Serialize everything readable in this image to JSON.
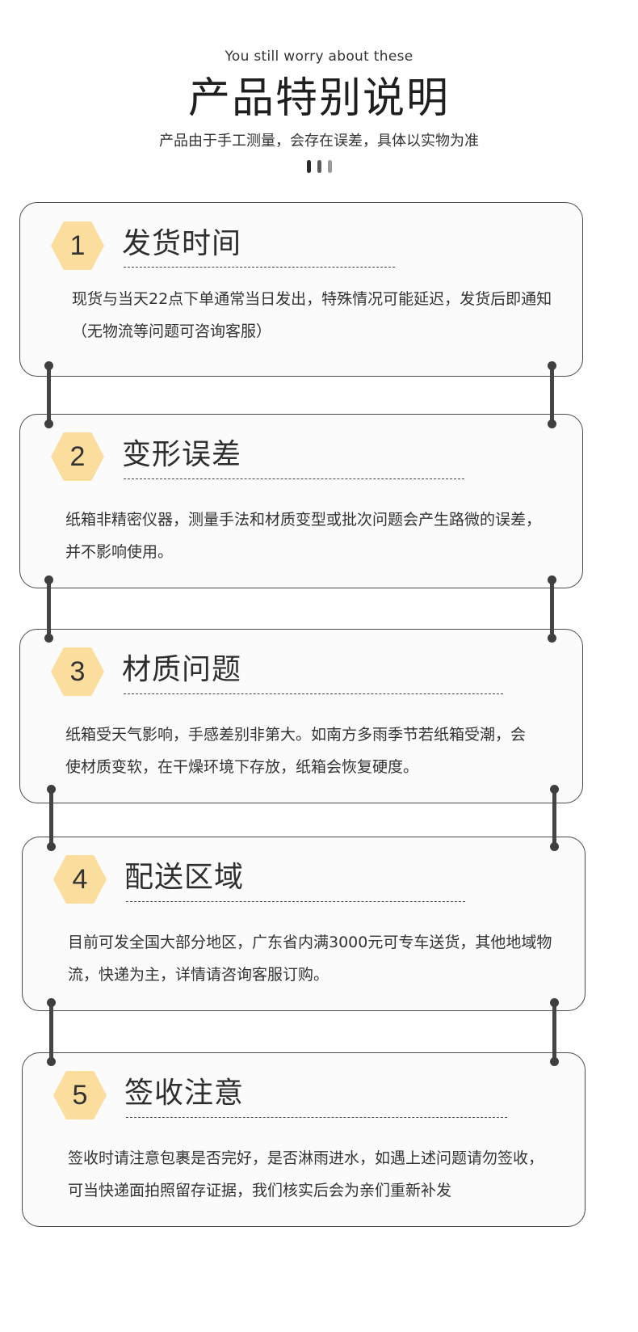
{
  "header": {
    "eyebrow": "You still worry about these",
    "title": "产品特别说明",
    "subtitle": "产品由于手工测量，会存在误差，具体以实物为准"
  },
  "colors": {
    "hexagon": "#fbdd9d",
    "border": "#4a4a4a",
    "connector": "#454545",
    "dots": [
      "#2b2b2b",
      "#5a5a5a",
      "#9a9a9a"
    ]
  },
  "sections": [
    {
      "number": "1",
      "title": "发货时间",
      "body": "现货与当天22点下单通常当日发出，特殊情况可能延迟，发货后即通知（无物流等问题可咨询客服）"
    },
    {
      "number": "2",
      "title": "变形误差",
      "body": "纸箱非精密仪器，测量手法和材质变型或批次问题会产生路微的误差，并不影响使用。"
    },
    {
      "number": "3",
      "title": "材质问题",
      "body": "纸箱受天气影响，手感差别非第大。如南方多雨季节若纸箱受潮，会使材质变软，在干燥环境下存放，纸箱会恢复硬度。"
    },
    {
      "number": "4",
      "title": "配送区域",
      "body": "目前可发全国大部分地区，广东省内满3000元可专车送货，其他地域物流，快递为主，详情请咨询客服订购。"
    },
    {
      "number": "5",
      "title": "签收注意",
      "body": "签收时请注意包裹是否完好，是否淋雨进水，如遇上述问题请勿签收，可当快递面拍照留存证据，我们核实后会为亲们重新补发"
    }
  ]
}
